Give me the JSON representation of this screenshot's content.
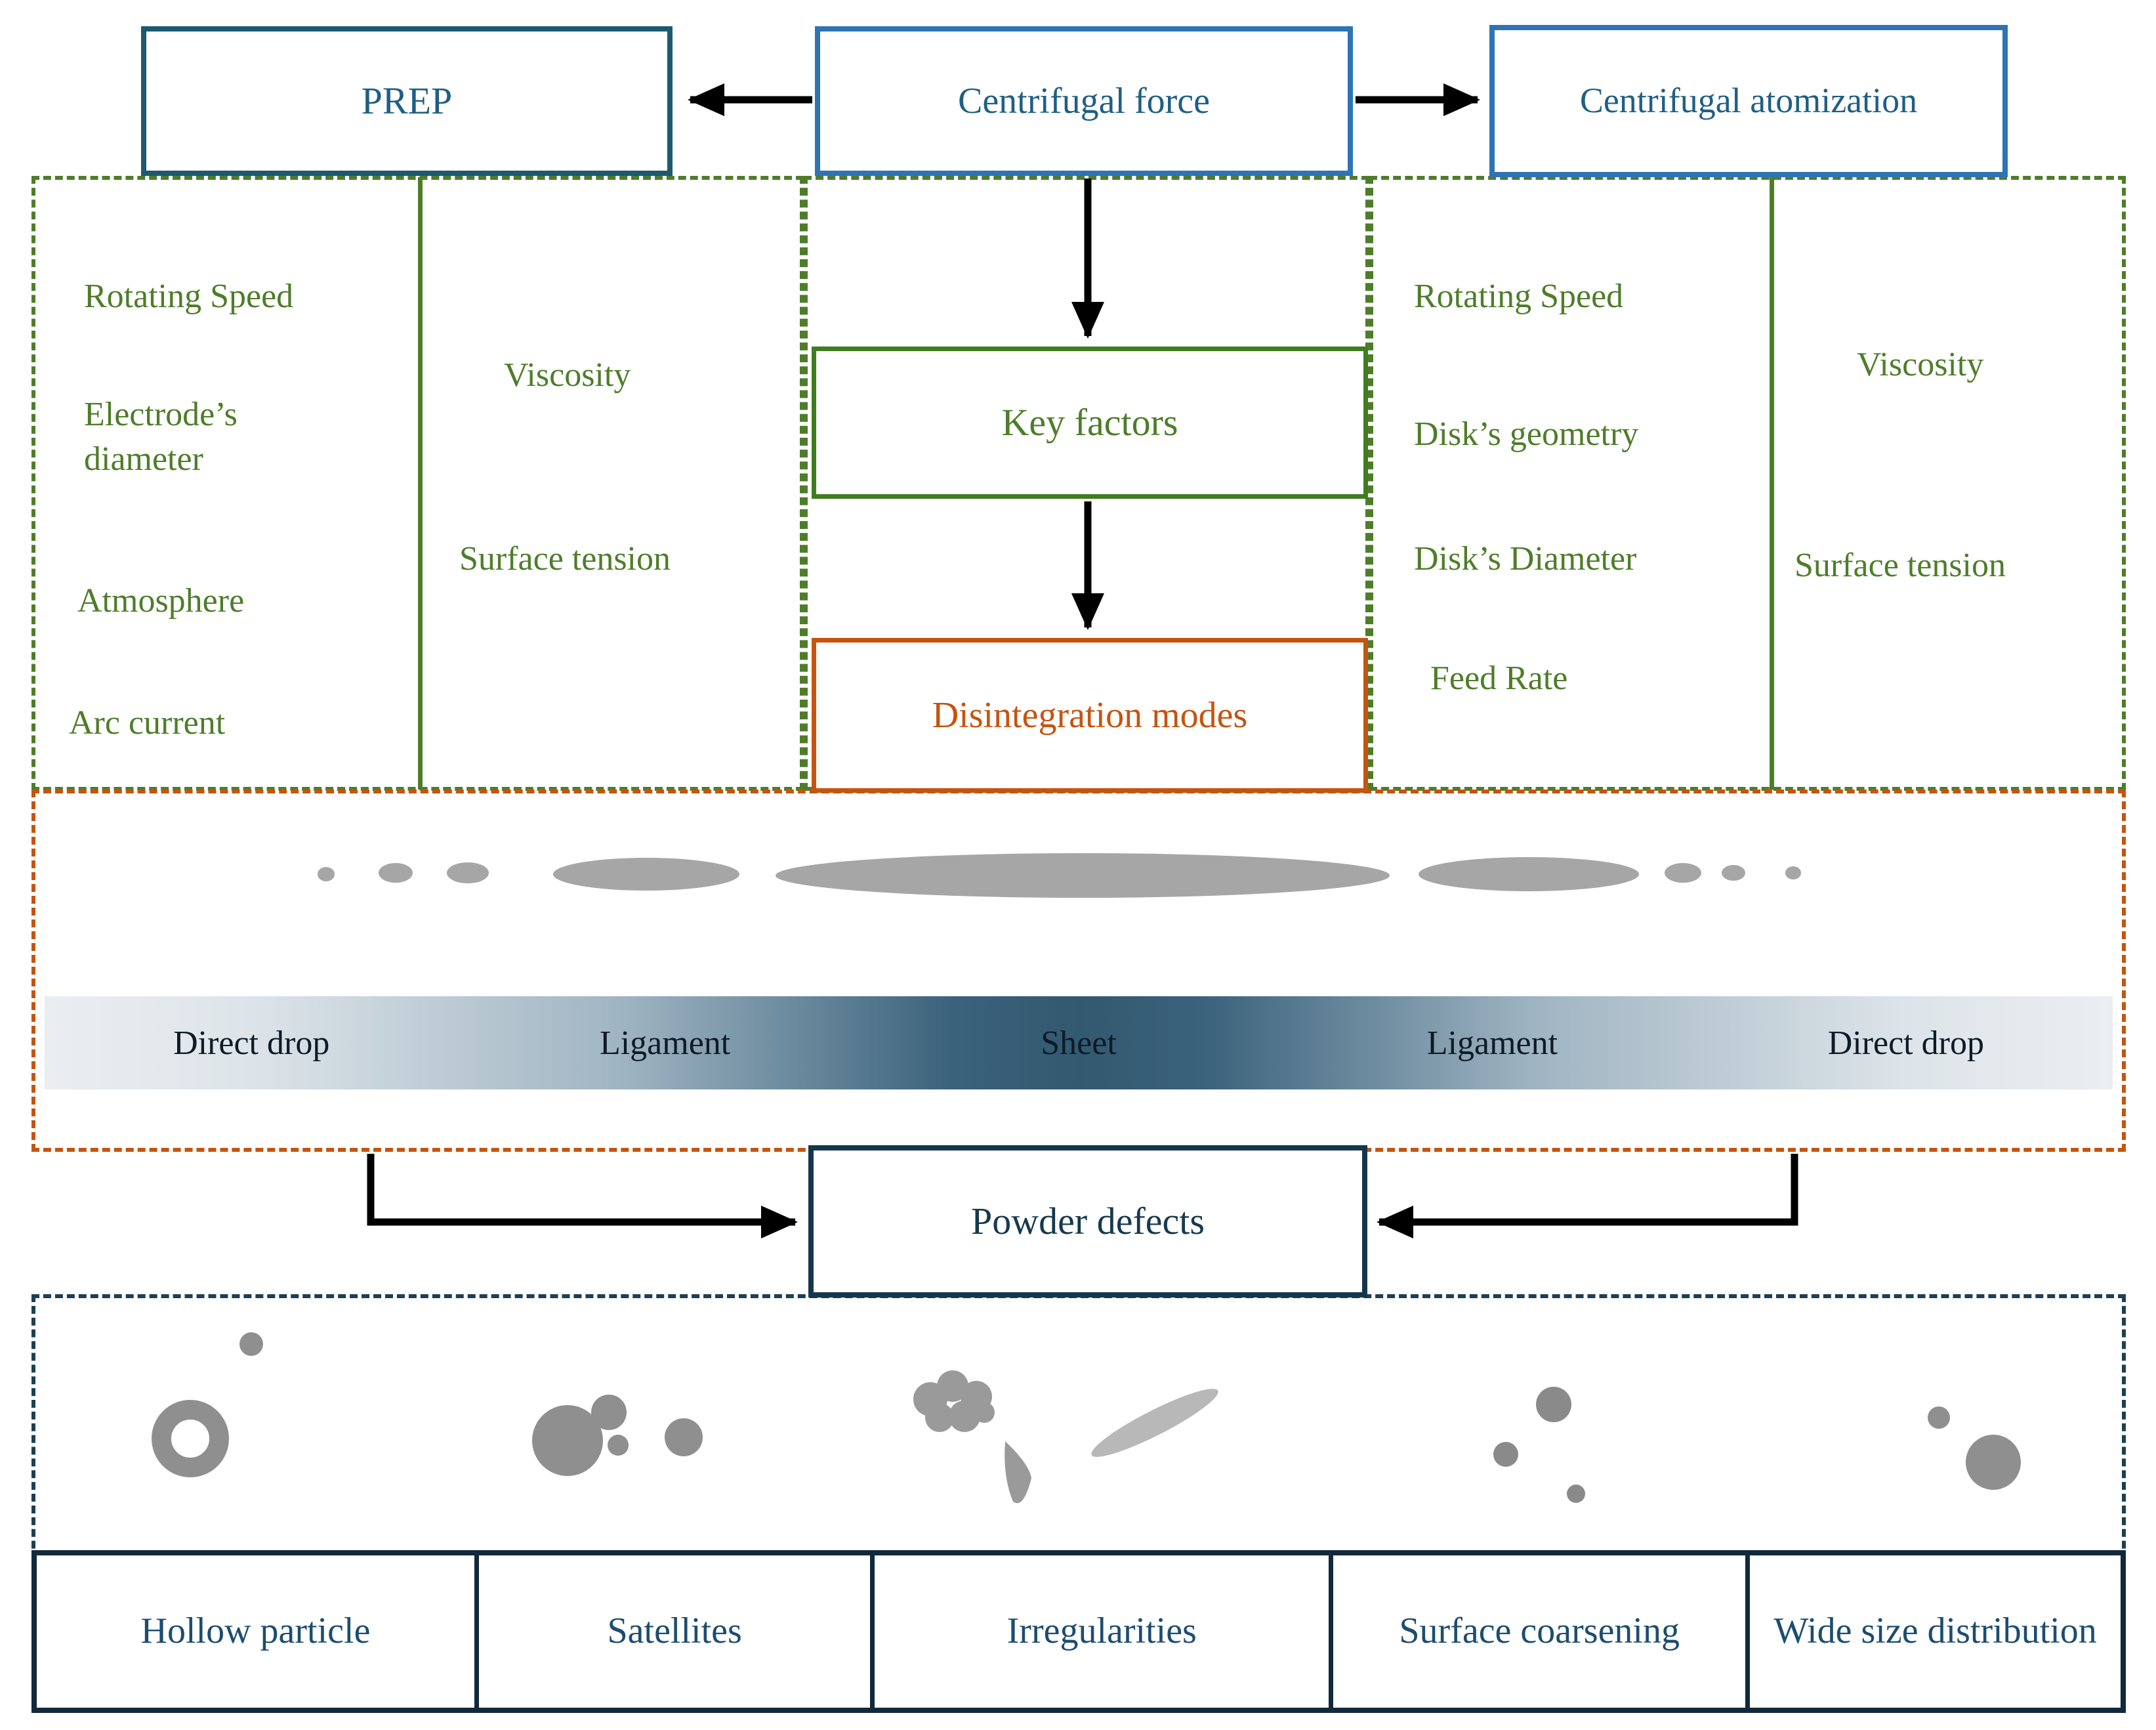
{
  "top_row": {
    "prep": "PREP",
    "centrifugal_force": "Centrifugal force",
    "centrifugal_atomization": "Centrifugal atomization"
  },
  "flow": {
    "key_factors": "Key factors",
    "disintegration_modes": "Disintegration modes",
    "powder_defects": "Powder defects"
  },
  "prep_factors": {
    "process": [
      "Rotating Speed",
      "Electrode’s diameter",
      "Atmosphere",
      "Arc current"
    ],
    "material": [
      "Viscosity",
      "Surface tension"
    ]
  },
  "atomization_factors": {
    "process": [
      "Rotating Speed",
      "Disk’s geometry",
      "Disk’s Diameter",
      "Feed Rate"
    ],
    "material": [
      "Viscosity",
      "Surface tension"
    ]
  },
  "disintegration_bar": {
    "labels": [
      "Direct drop",
      "Ligament",
      "Sheet",
      "Ligament",
      "Direct drop"
    ]
  },
  "defects": {
    "categories": [
      "Hollow particle",
      "Satellites",
      "Irregularities",
      "Surface coarsening",
      "Wide size distribution"
    ]
  },
  "colors": {
    "blue_border": "#2e74b5",
    "teal_border": "#1d5a70",
    "title_text": "#1f5f85",
    "green": "#4e7d2a",
    "orange": "#c5540f",
    "navy": "#16394e",
    "bar_dark": "#32596f",
    "particle_gray": "#919191"
  }
}
